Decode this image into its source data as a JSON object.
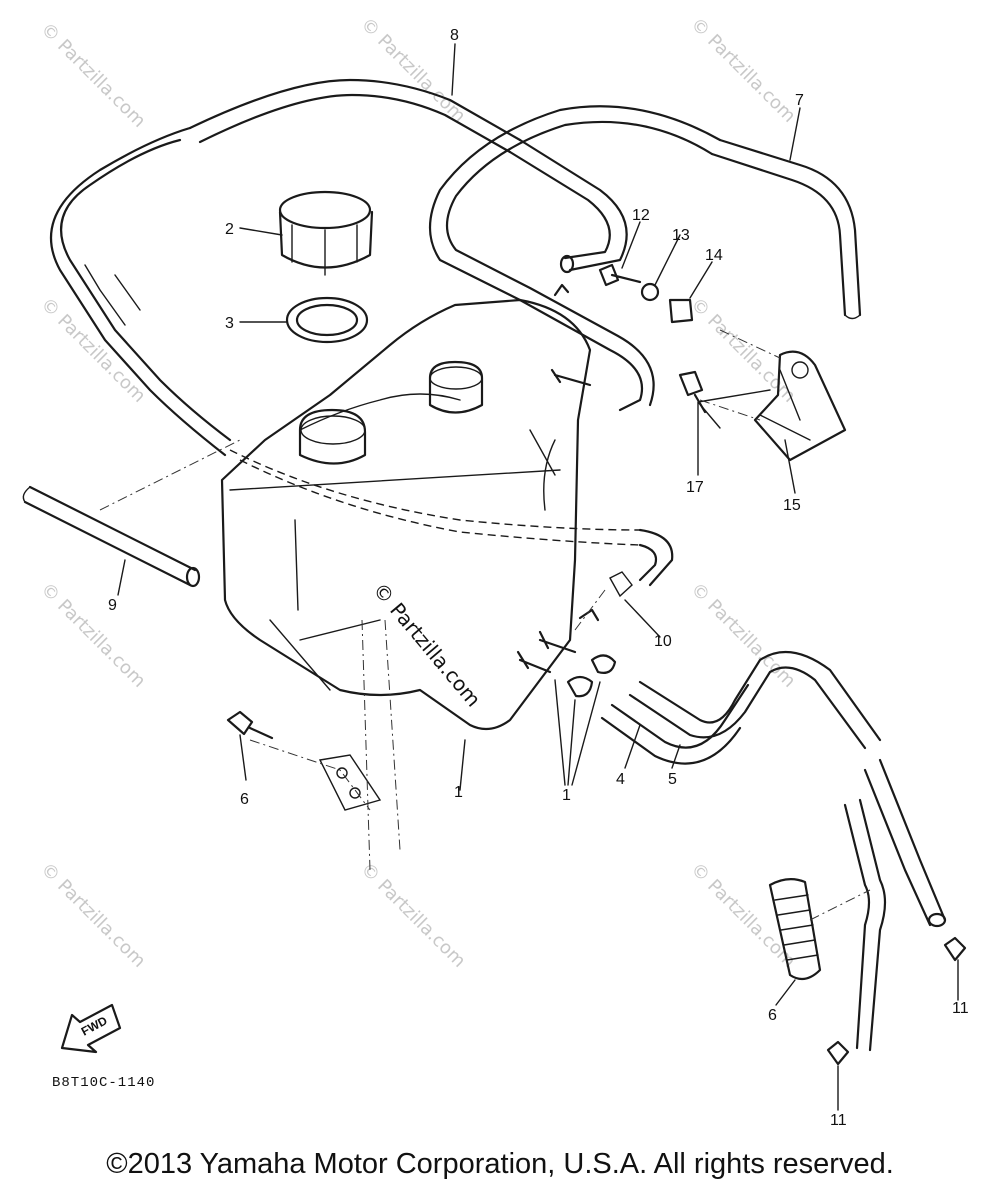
{
  "callouts": {
    "n1a": "1",
    "n1b": "1",
    "n2": "2",
    "n3": "3",
    "n4": "4",
    "n5": "5",
    "n6a": "6",
    "n6b": "6",
    "n7": "7",
    "n8": "8",
    "n9": "9",
    "n10": "10",
    "n11a": "11",
    "n11b": "11",
    "n12": "12",
    "n13": "13",
    "n14": "14",
    "n15": "15",
    "n17": "17"
  },
  "fwd_label": "FWD",
  "diagram_code": "B8T10C-1140",
  "watermark": "© Partzilla.com",
  "watermark_center": "© Partzilla.com",
  "copyright": "©2013 Yamaha Motor Corporation, U.S.A. All rights reserved."
}
